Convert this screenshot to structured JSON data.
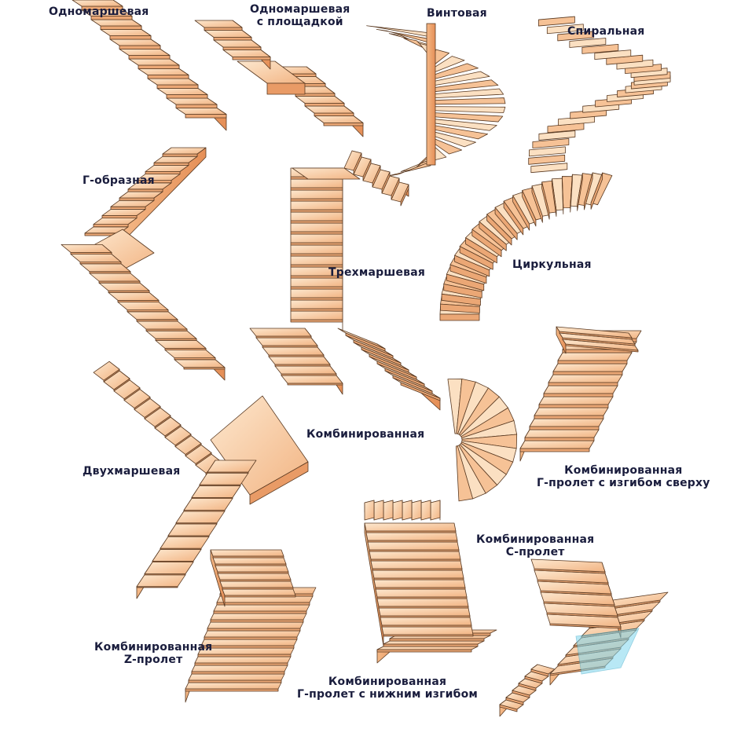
{
  "labels": {
    "odnomarsh": "Одномаршевая",
    "odnomarsh_pl_1": "Одномаршевая",
    "odnomarsh_pl_2": "с площадкой",
    "vintovaya": "Винтовая",
    "spiralnaya": "Спиральная",
    "g_obraznaya": "Г-образная",
    "trehmarsh": "Трехмаршевая",
    "cirkulnaya": "Циркульная",
    "kombinirovannaya": "Комбинированная",
    "dvuhmarsh": "Двухмаршевая",
    "komb_g_sverhu_1": "Комбинированная",
    "komb_g_sverhu_2": "Г-пролет с изгибом сверху",
    "komb_c_1": "Комбинированная",
    "komb_c_2": "С-пролет",
    "komb_z_1": "Комбинированная",
    "komb_z_2": "Z-пролет",
    "komb_g_niz_1": "Комбинированная",
    "komb_g_niz_2": "Г-пролет с нижним изгибом"
  },
  "colors": {
    "tread_light": "#fbe0c2",
    "tread_mid": "#f6c296",
    "riser": "#eba775",
    "side": "#e99b66",
    "outline": "#5a3a22",
    "label": "#1a1d3d",
    "highlight": "#7fd6ee"
  }
}
